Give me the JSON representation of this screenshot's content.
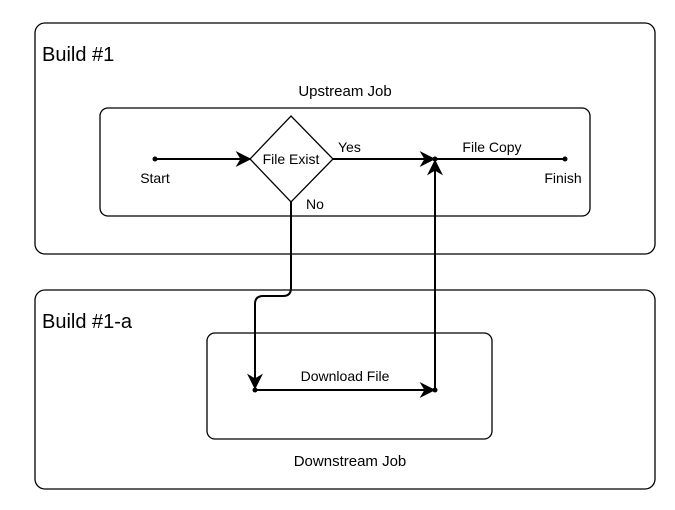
{
  "build1": {
    "title": "Build #1",
    "job_label": "Upstream Job",
    "nodes": {
      "start": "Start",
      "decision": "File Exist",
      "finish": "Finish"
    },
    "edges": {
      "yes": "Yes",
      "no": "No",
      "file_copy": "File Copy"
    }
  },
  "build1a": {
    "title": "Build #1-a",
    "job_label": "Downstream Job",
    "edges": {
      "download_file": "Download File"
    }
  }
}
